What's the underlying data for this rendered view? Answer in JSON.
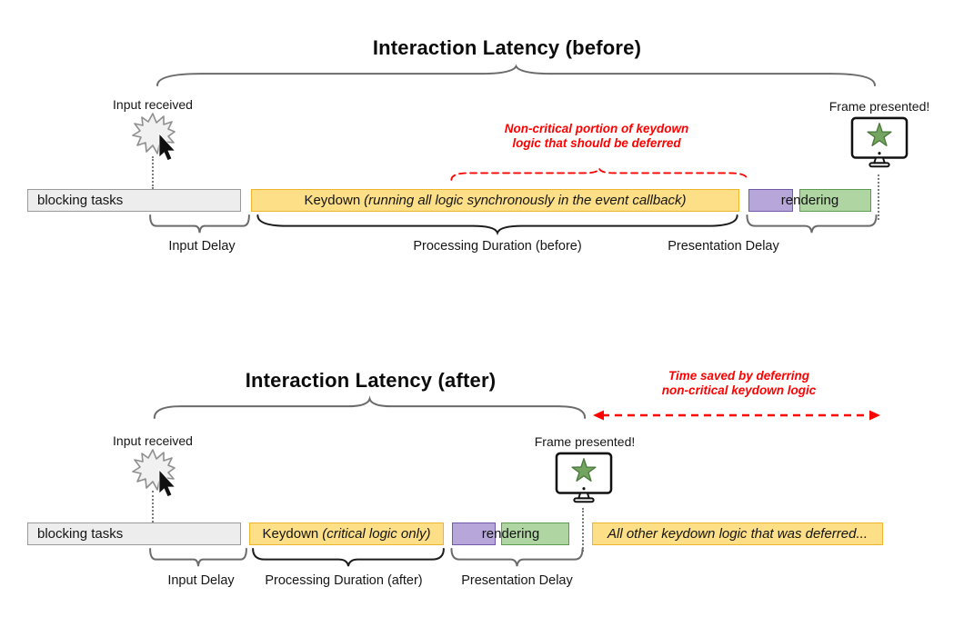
{
  "palette": {
    "yellow_fill": "#FCDF86",
    "yellow_border": "#EFB42D",
    "purple_fill": "#B6A6D9",
    "purple_border": "#7258A8",
    "green_fill": "#AFD5A3",
    "green_border": "#5C9C50",
    "gray_fill": "#EDEDED",
    "gray_border": "#9A9A9A",
    "brace_gray": "#6b6b6b",
    "brace_black": "#1c1c1c",
    "annotation_red": "#fe0000",
    "star_green": "#74A560"
  },
  "before": {
    "title": "Interaction Latency (before)",
    "input_label": "Input received",
    "frame_label": "Frame presented!",
    "annotation_line1": "Non-critical portion of keydown",
    "annotation_line2": "logic that should be deferred",
    "bars": {
      "blocking": "blocking tasks",
      "keydown_name": "Keydown",
      "keydown_detail": "(running all logic synchronously in the event callback)",
      "rendering": "rendering"
    },
    "braces": {
      "input_delay": "Input Delay",
      "processing": "Processing Duration (before)",
      "presentation": "Presentation Delay"
    }
  },
  "after": {
    "title": "Interaction Latency (after)",
    "input_label": "Input received",
    "frame_label": "Frame presented!",
    "annotation_line1": "Time saved by deferring",
    "annotation_line2": "non-critical keydown logic",
    "bars": {
      "blocking": "blocking tasks",
      "keydown_name": "Keydown",
      "keydown_detail": "(critical logic only)",
      "rendering": "rendering",
      "deferred": "All other keydown logic that was deferred..."
    },
    "braces": {
      "input_delay": "Input Delay",
      "processing": "Processing Duration (after)",
      "presentation": "Presentation Delay"
    }
  }
}
